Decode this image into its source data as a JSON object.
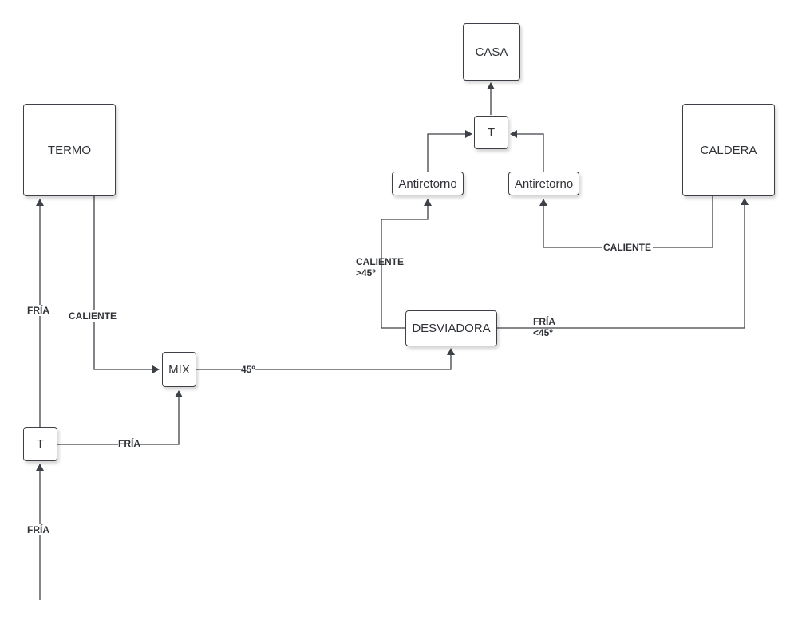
{
  "nodes": {
    "termo": "TERMO",
    "casa": "CASA",
    "t_top": "T",
    "caldera": "CALDERA",
    "antiretorno_left": "Antiretorno",
    "antiretorno_right": "Antiretorno",
    "desviadora": "DESVIADORA",
    "mix": "MIX",
    "t_bottom": "T"
  },
  "edges": {
    "fria_termo_in": "FRÍA",
    "caliente_termo_out": "CALIENTE",
    "mix_out": "45º",
    "fria_t_to_mix": "FRÍA",
    "fria_supply": "FRÍA",
    "caliente_desv_line1": "CALIENTE",
    "caliente_desv_line2": ">45º",
    "fria_desv_line1": "FRÍA",
    "fria_desv_line2": "<45º",
    "caliente_caldera": "CALIENTE"
  },
  "colors": {
    "line": "#3d4147",
    "text": "#2f3237"
  }
}
